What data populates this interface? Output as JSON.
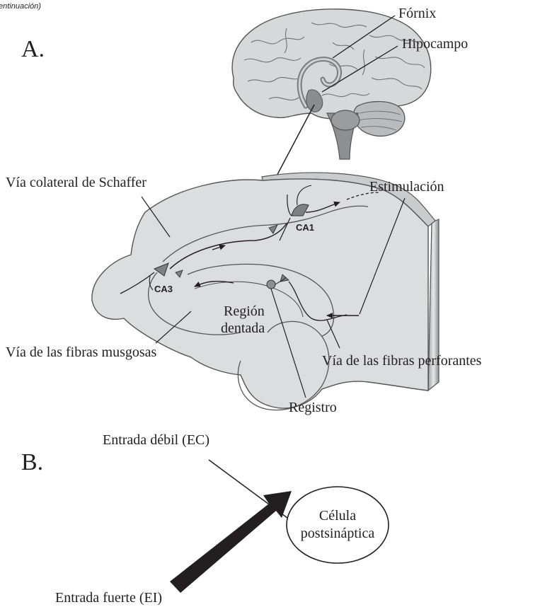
{
  "top_fragment": "entinuación)",
  "panel_a": {
    "letter": "A.",
    "labels": {
      "fornix": "Fórnix",
      "hippocampus": "Hipocampo",
      "schaffer": "Vía colateral de Schaffer",
      "stimulation": "Estimulación",
      "ca1": "CA1",
      "ca3": "CA3",
      "dentate_line1": "Región",
      "dentate_line2": "dentada",
      "mossy": "Vía de las fibras musgosas",
      "perforant": "Vía de las fibras perforantes",
      "recording": "Registro"
    }
  },
  "panel_b": {
    "letter": "B.",
    "weak_input": "Entrada débil (EC)",
    "strong_input": "Entrada fuerte (EI)",
    "cell_line1": "Célula",
    "cell_line2": "postsináptica"
  }
}
